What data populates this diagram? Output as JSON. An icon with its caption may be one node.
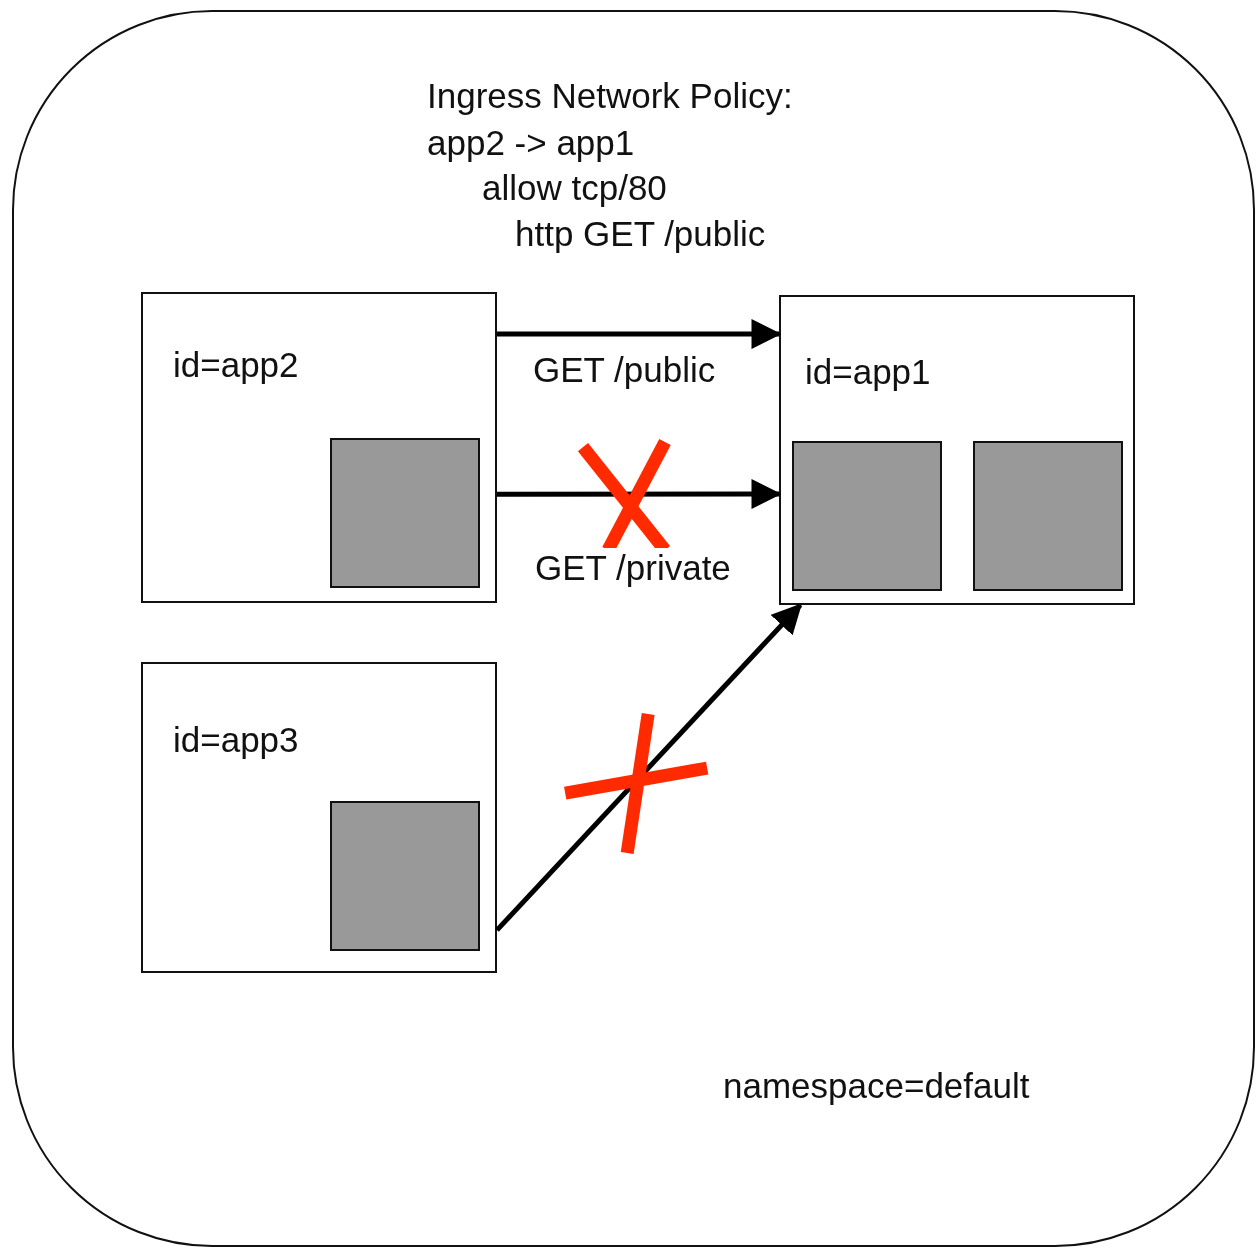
{
  "diagram": {
    "nodes": [
      {
        "text": [
          "Ingress Network Policy:",
          "app2 -> app1",
          "allow tcp/80",
          "http GET /public",
          "namespace=default"
        ]
      },
      {
        "text": [
          "id=app2"
        ],
        "in": 0
      },
      {
        "text": [],
        "shape": "box",
        "in": 1
      },
      {
        "text": [
          "id=app1"
        ],
        "in": 0
      },
      {
        "text": [],
        "shape": "box",
        "in": 3
      },
      {
        "text": [],
        "shape": "box",
        "in": 3
      },
      {
        "text": [
          "id=app3"
        ],
        "in": 0
      },
      {
        "text": [],
        "shape": "box",
        "in": 6
      }
    ],
    "edges": [
      {
        "from": 1,
        "to": 3,
        "arrow": "to",
        "label": "GET /public"
      },
      {
        "from": 1,
        "to": 3,
        "arrow": "to",
        "label": "GET /private"
      },
      {
        "from": 6,
        "to": 3,
        "arrow": "to"
      }
    ]
  }
}
